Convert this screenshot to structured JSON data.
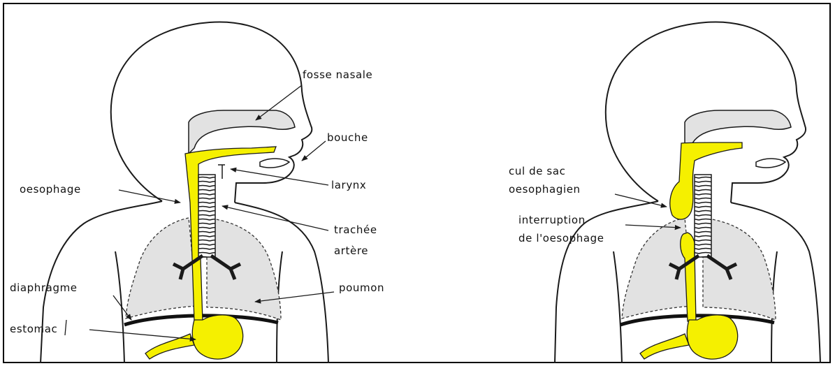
{
  "colors": {
    "yellow": "#f5f000",
    "lung_gray": "#e2e2e2",
    "outline": "#1a1a1a",
    "background": "#ffffff"
  },
  "left_figure": {
    "labels": {
      "fosse_nasale": "fosse nasale",
      "bouche": "bouche",
      "larynx": "larynx",
      "oesophage": "oesophage",
      "trachee_line1": "trachée",
      "trachee_line2": "artère",
      "diaphragme": "diaphragme",
      "poumon": "poumon",
      "estomac": "estomac"
    }
  },
  "right_figure": {
    "labels": {
      "cul_de_sac_line1": "cul de sac",
      "cul_de_sac_line2": "oesophagien",
      "interruption_line1": "interruption",
      "interruption_line2": "de l'oesophage"
    }
  }
}
